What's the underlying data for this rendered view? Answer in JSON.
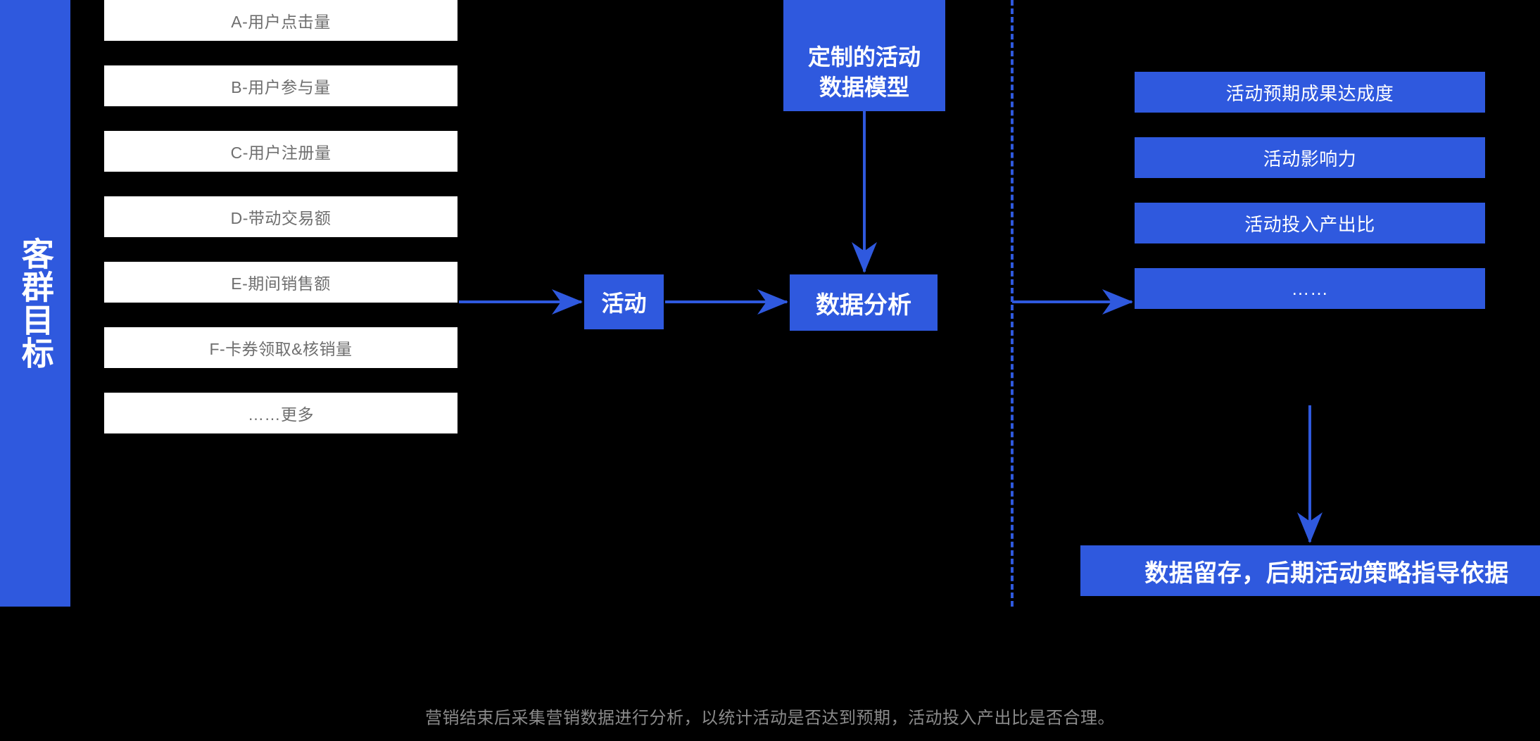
{
  "theme": {
    "background": "#000000",
    "accent_blue": "#2F59DE",
    "box_white": "#FFFFFF",
    "metric_text": "#6E6E6E",
    "caption_text": "#8A8A8A"
  },
  "left_panel": {
    "label": "客群目标"
  },
  "metrics": {
    "items": [
      {
        "label": "A-用户点击量"
      },
      {
        "label": "B-用户参与量"
      },
      {
        "label": "C-用户注册量"
      },
      {
        "label": "D-带动交易额"
      },
      {
        "label": "E-期间销售额"
      },
      {
        "label": "F-卡券领取&核销量"
      },
      {
        "label": "……更多"
      }
    ]
  },
  "flow": {
    "activity": "活动",
    "analysis": "数据分析",
    "model_line1": "定制的活动",
    "model_line2": "数据模型"
  },
  "outcomes": {
    "items": [
      {
        "label": "活动预期成果达成度"
      },
      {
        "label": "活动影响力"
      },
      {
        "label": "活动投入产出比"
      },
      {
        "label": "……"
      }
    ]
  },
  "conclusion": {
    "label": "数据留存，后期活动策略指导依据"
  },
  "caption": {
    "text": "营销结束后采集营销数据进行分析，以统计活动是否达到预期，活动投入产出比是否合理。"
  }
}
